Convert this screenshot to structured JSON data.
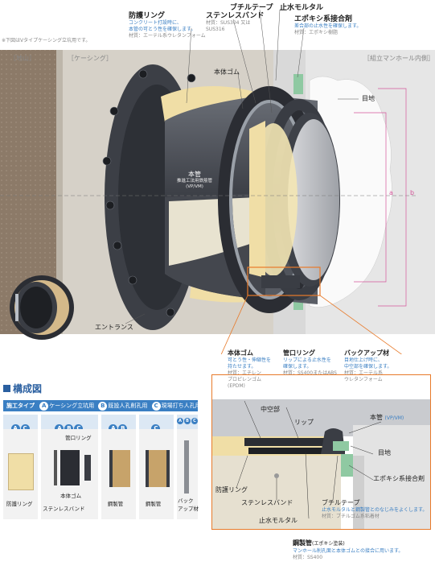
{
  "note": "※下図はVタイプケーシング立坑用です。",
  "zones": {
    "ground": "［地山］",
    "casing": "［ケーシング］",
    "manhole": "［組立マンホール内側］"
  },
  "callouts": {
    "protect_ring": {
      "title": "防護リング",
      "desc": "コンクリート打設時に、\n本管の可とう性を確保します。",
      "material": "材質：エーテル系ウレタンフォーム"
    },
    "stainless_band": {
      "title": "ステンレスバンド",
      "material": "材質：SUS304 又は\nSUS316"
    },
    "butyl_tape": {
      "title": "ブチルテープ"
    },
    "stop_mortar": {
      "title": "止水モルタル"
    },
    "epoxy": {
      "title": "エポキシ系接合剤",
      "desc": "差合部の止水性を確保します。",
      "material": "材質：エポキシ樹脂"
    },
    "body_rubber": {
      "title": "本体ゴム"
    },
    "joint": {
      "title": "目地"
    },
    "main_pipe": {
      "title": "本管",
      "desc": "推進工法用鉄筋管\n(VP/VM)"
    },
    "entrance": {
      "title": "エントランス"
    },
    "dim_a": "a",
    "dim_b": "b"
  },
  "detail": {
    "body_rubber": {
      "title": "本体ゴム",
      "desc": "可とう性・伸縮性を\n持たせます。",
      "material": "材質：エチレン\nプロピレンゴム\n(EPDM)"
    },
    "cuff_ring": {
      "title": "管口リング",
      "desc": "リップによる止水性を\n確保します。",
      "material": "材質：SS400またはABS"
    },
    "backup": {
      "title": "バックアップ材",
      "desc": "目地仕上げ時に、\n中空部を確保します。",
      "material": "材質：エーテル系\nウレタンフォーム"
    },
    "hollow": "中空部",
    "lip": "リップ",
    "main_pipe": "本管",
    "main_pipe_type": "(VP/VM)",
    "joint": "目地",
    "epoxy": "エポキシ系接合剤",
    "protect_ring": "防護リング",
    "stainless": "ステンレスバンド",
    "mortar": "止水モルタル",
    "butyl": {
      "title": "ブチルテープ",
      "desc": "止水モルタルと鋼製管とのなじみをよくします。",
      "material": "材質：ブチルゴム系粘着材"
    },
    "steel_pipe": {
      "title": "鋼製管",
      "sub": "(エポキシ塗装)",
      "desc": "マンホール削孔面と本体ゴムとの接合に用います。",
      "material": "材質：SS400"
    }
  },
  "composition": {
    "heading": "構成図",
    "header_label": "施工タイプ",
    "types": [
      {
        "badge": "A",
        "label": "ケーシング立坑用"
      },
      {
        "badge": "B",
        "label": "既設人孔削孔用"
      },
      {
        "badge": "C",
        "label": "現場打ち人孔用"
      }
    ],
    "columns": [
      {
        "badges": [
          "A",
          "C"
        ],
        "labels": [
          "防護リング"
        ]
      },
      {
        "badges": [
          "A",
          "B",
          "C"
        ],
        "labels": [
          "管口リング",
          "本体ゴム",
          "ステンレスバンド"
        ]
      },
      {
        "badges": [
          "A",
          "B"
        ],
        "labels": [
          "鋼製管"
        ]
      },
      {
        "badges": [
          "C"
        ],
        "labels": [
          "鋼製管"
        ]
      },
      {
        "badges": [
          "A",
          "B",
          "C"
        ],
        "labels": [
          "バック",
          "アップ材"
        ]
      }
    ]
  },
  "colors": {
    "accent": "#3a7fc3",
    "highlight": "#e87a2a",
    "magenta": "#d4569a",
    "ground": "#8c7a68",
    "casing": "#cfc9be",
    "pipe": "#545860",
    "foam": "#f0dea6",
    "green": "#8fc9a2"
  }
}
